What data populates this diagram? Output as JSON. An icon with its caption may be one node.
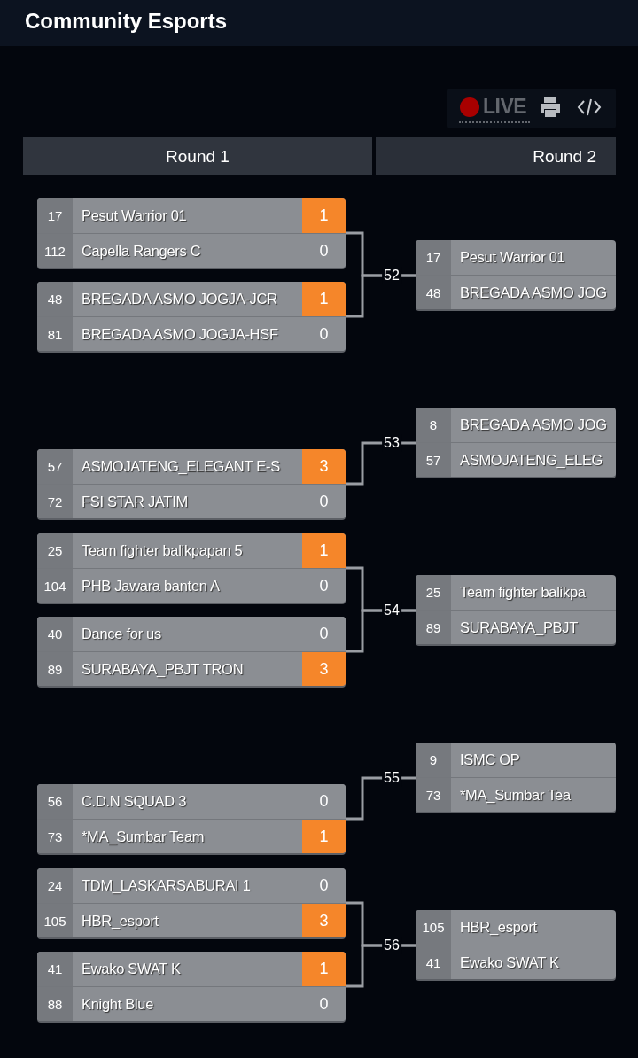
{
  "diagram": {
    "title": "Community Esports",
    "nodes": [
      {
        "text": [
          "17",
          "Pesut Warrior 01",
          "1",
          "112",
          "Capella Rangers C",
          "0"
        ]
      },
      {
        "text": [
          "48",
          "BREGADA ASMO JOGJA-JCR",
          "1",
          "81",
          "BREGADA ASMO JOGJA-HSF",
          "0"
        ]
      },
      {
        "text": [
          "17",
          "Pesut Warrior 01",
          "48",
          "BREGADA ASMO JOG"
        ]
      },
      {
        "text": [
          "57",
          "ASMOJATENG_ELEGANT E-S",
          "3",
          "72",
          "FSI STAR JATIM",
          "0"
        ]
      },
      {
        "text": [
          "8",
          "BREGADA ASMO JOG",
          "57",
          "ASMOJATENG_ELEG"
        ]
      },
      {
        "text": [
          "25",
          "Team fighter balikpapan 5",
          "1",
          "104",
          "PHB Jawara banten A",
          "0"
        ]
      },
      {
        "text": [
          "40",
          "Dance for us",
          "0",
          "89",
          "SURABAYA_PBJT TRON",
          "3"
        ]
      },
      {
        "text": [
          "25",
          "Team fighter balikpa",
          "89",
          "SURABAYA_PBJT"
        ]
      },
      {
        "text": [
          "56",
          "C.D.N SQUAD 3",
          "0",
          "73",
          "*MA_Sumbar Team",
          "1"
        ]
      },
      {
        "text": [
          "9",
          "ISMC OP",
          "73",
          "*MA_Sumbar Tea"
        ]
      },
      {
        "text": [
          "24",
          "TDM_LASKARSABURAI 1",
          "0",
          "105",
          "HBR_esport",
          "3"
        ]
      },
      {
        "text": [
          "41",
          "Ewako SWAT K",
          "1",
          "88",
          "Knight Blue",
          "0"
        ]
      },
      {
        "text": [
          "105",
          "HBR_esport",
          "41",
          "Ewako SWAT K"
        ]
      }
    ],
    "edges": [
      {
        "from": 0,
        "to": 2,
        "arrow": "none"
      },
      {
        "from": 1,
        "to": 2,
        "arrow": "none",
        "label": "52"
      },
      {
        "from": 3,
        "to": 4,
        "arrow": "none",
        "label": "53"
      },
      {
        "from": 5,
        "to": 7,
        "arrow": "none"
      },
      {
        "from": 6,
        "to": 7,
        "arrow": "none",
        "label": "54"
      },
      {
        "from": 8,
        "to": 9,
        "arrow": "none",
        "label": "55"
      },
      {
        "from": 10,
        "to": 12,
        "arrow": "none"
      },
      {
        "from": 11,
        "to": 12,
        "arrow": "none",
        "label": "56"
      }
    ],
    "labels": [
      "LIVE",
      "Round 1",
      "Round 2"
    ]
  }
}
